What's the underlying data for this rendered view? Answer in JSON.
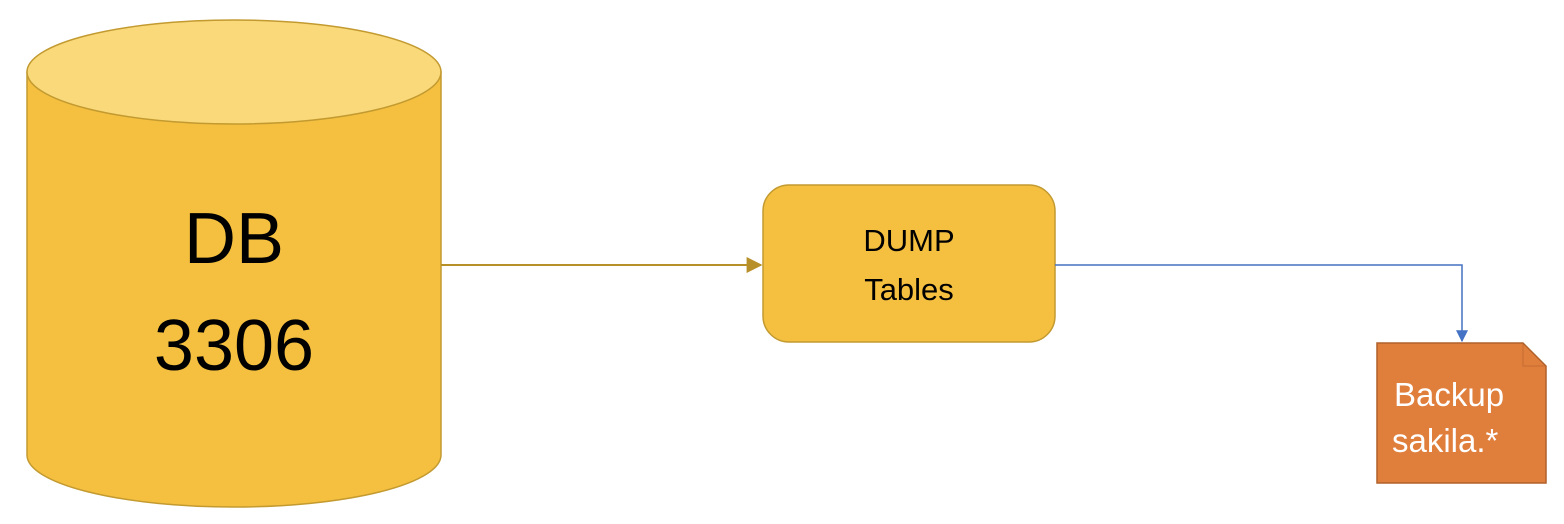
{
  "database": {
    "line1": "DB",
    "line2": "3306",
    "fill": "#F5C040",
    "top_fill": "#F9D97A",
    "stroke": "#C39A30"
  },
  "process": {
    "line1": "DUMP",
    "line2": "Tables",
    "fill": "#F5C040",
    "stroke": "#C39A30"
  },
  "backup_file": {
    "line1": "Backup",
    "line2": "sakila.*",
    "fill": "#E07E3C",
    "stroke": "#B0612A"
  },
  "connectors": {
    "db_to_process": {
      "color": "#B8902A"
    },
    "process_to_file": {
      "color": "#4472C4"
    }
  }
}
